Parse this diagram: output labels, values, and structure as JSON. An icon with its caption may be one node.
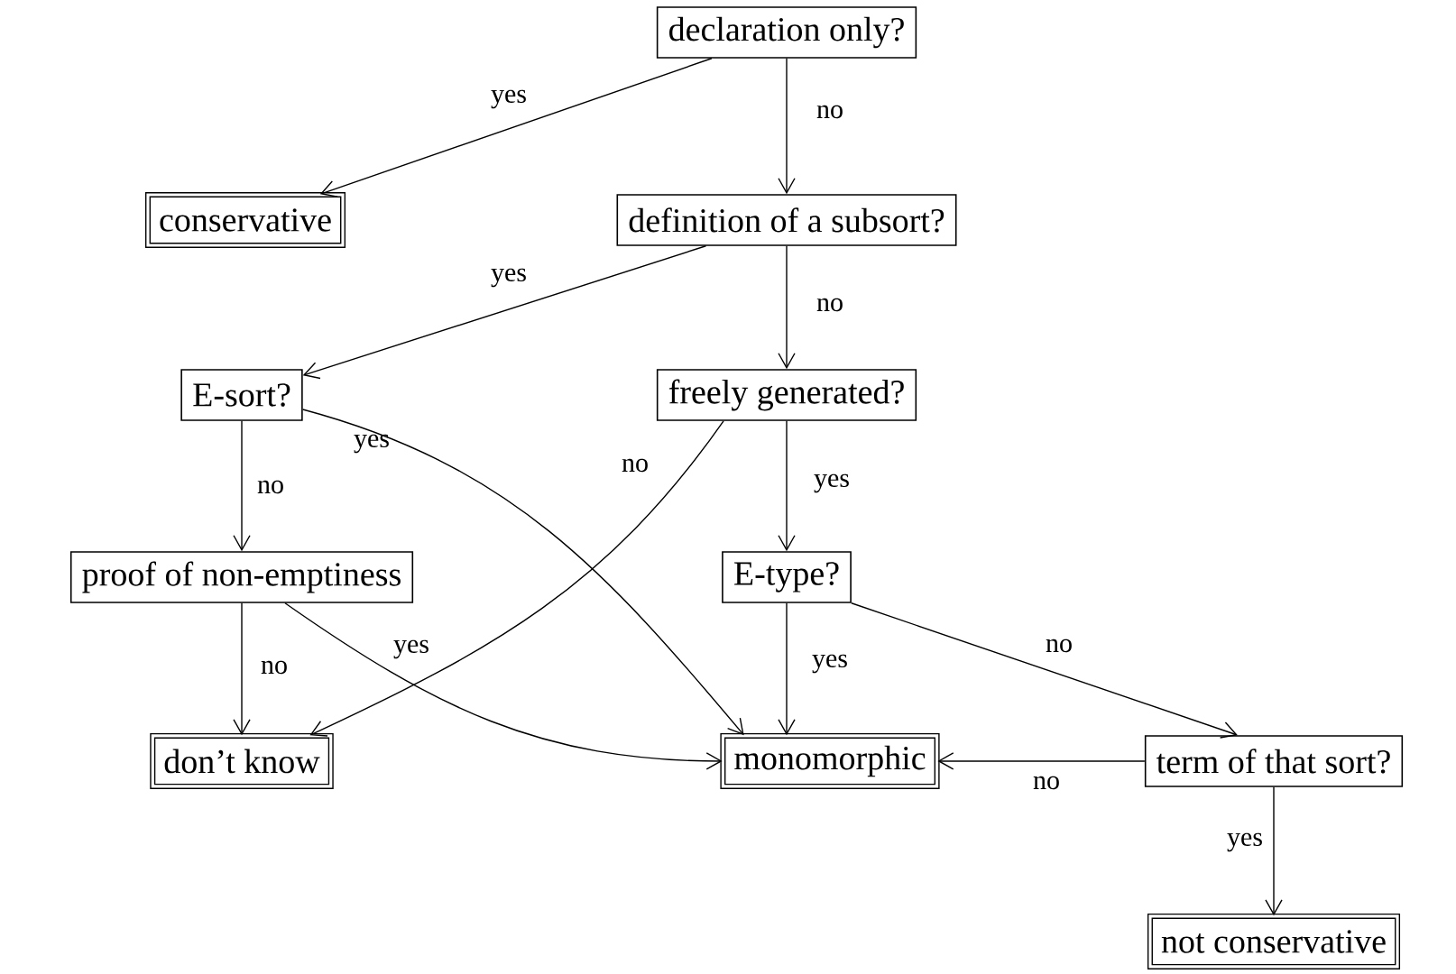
{
  "diagram": {
    "nodes": [
      {
        "text": [
          "declaration only?"
        ]
      },
      {
        "text": [
          "conservative"
        ]
      },
      {
        "text": [
          "definition of a subsort?"
        ]
      },
      {
        "text": [
          "E-sort?"
        ]
      },
      {
        "text": [
          "freely generated?"
        ]
      },
      {
        "text": [
          "proof of non-emptiness"
        ]
      },
      {
        "text": [
          "E-type?"
        ]
      },
      {
        "text": [
          "don’t know"
        ]
      },
      {
        "text": [
          "monomorphic"
        ]
      },
      {
        "text": [
          "term of that sort?"
        ]
      },
      {
        "text": [
          "not conservative"
        ]
      }
    ],
    "edges": [
      {
        "from": 0,
        "to": 1,
        "arrow": "to",
        "label": "yes"
      },
      {
        "from": 0,
        "to": 2,
        "arrow": "to",
        "label": "no"
      },
      {
        "from": 2,
        "to": 3,
        "arrow": "to",
        "label": "yes"
      },
      {
        "from": 2,
        "to": 4,
        "arrow": "to",
        "label": "no"
      },
      {
        "from": 3,
        "to": 8,
        "arrow": "to",
        "label": "yes"
      },
      {
        "from": 3,
        "to": 5,
        "arrow": "to",
        "label": "no"
      },
      {
        "from": 4,
        "to": 7,
        "arrow": "to",
        "label": "no"
      },
      {
        "from": 4,
        "to": 6,
        "arrow": "to",
        "label": "yes"
      },
      {
        "from": 5,
        "to": 7,
        "arrow": "to",
        "label": "no"
      },
      {
        "from": 5,
        "to": 8,
        "arrow": "to",
        "label": "yes"
      },
      {
        "from": 6,
        "to": 8,
        "arrow": "to",
        "label": "yes"
      },
      {
        "from": 6,
        "to": 9,
        "arrow": "to",
        "label": "no"
      },
      {
        "from": 9,
        "to": 8,
        "arrow": "to",
        "label": "no"
      },
      {
        "from": 9,
        "to": 10,
        "arrow": "to",
        "label": "yes"
      }
    ]
  }
}
